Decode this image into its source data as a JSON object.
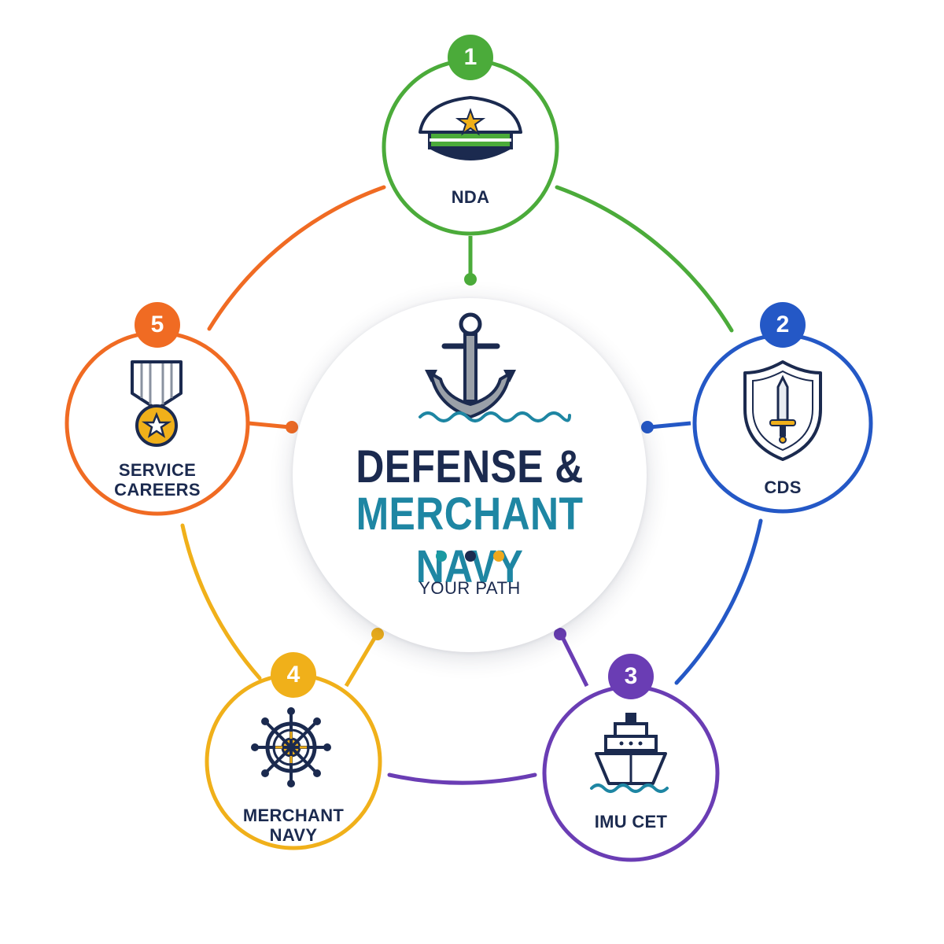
{
  "center": {
    "title_line1": "DEFENSE &",
    "title_line2": "MERCHANT NAVY",
    "subtitle": "YOUR PATH",
    "icon": "anchor-icon",
    "dot_colors": [
      "#1a9aa2",
      "#1b2a4f",
      "#f0a81c"
    ]
  },
  "nodes": [
    {
      "number": "1",
      "label": "NDA",
      "icon": "officer-cap-icon",
      "color": "#4bab3a"
    },
    {
      "number": "2",
      "label": "CDS",
      "icon": "shield-sword-icon",
      "color": "#2458c6"
    },
    {
      "number": "3",
      "label": "IMU CET",
      "icon": "ship-icon",
      "color": "#6a3db4"
    },
    {
      "number": "4",
      "label_line1": "MERCHANT",
      "label_line2": "NAVY",
      "icon": "ship-wheel-icon",
      "color": "#f0b01a"
    },
    {
      "number": "5",
      "label_line1": "SERVICE",
      "label_line2": "CAREERS",
      "icon": "medal-icon",
      "color": "#f06b23"
    }
  ],
  "text_color": "#1b2a4f"
}
